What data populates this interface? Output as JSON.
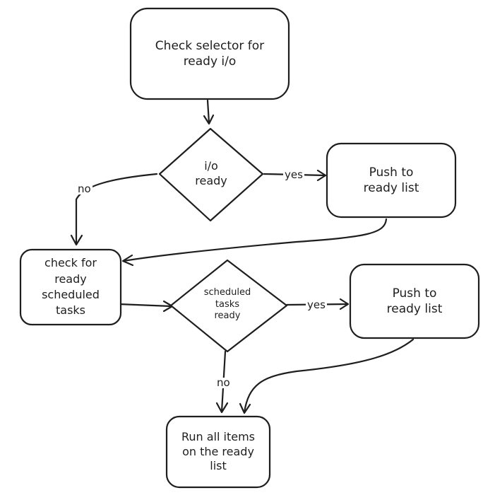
{
  "nodes": {
    "check_selector": {
      "text": "Check selector for\nready i/o"
    },
    "io_ready": {
      "text": "i/o\nready"
    },
    "push_ready_1": {
      "text": "Push to\nready list"
    },
    "check_scheduled": {
      "text": "check for\nready\nscheduled\ntasks"
    },
    "scheduled_ready": {
      "text": "scheduled\ntasks\nready"
    },
    "push_ready_2": {
      "text": "Push to\nready list"
    },
    "run_all": {
      "text": "Run all items\non the ready\nlist"
    }
  },
  "edges": {
    "io_yes": "yes",
    "io_no": "no",
    "sched_yes": "yes",
    "sched_no": "no"
  },
  "colors": {
    "stroke": "#1e1e1e",
    "background": "#ffffff"
  }
}
